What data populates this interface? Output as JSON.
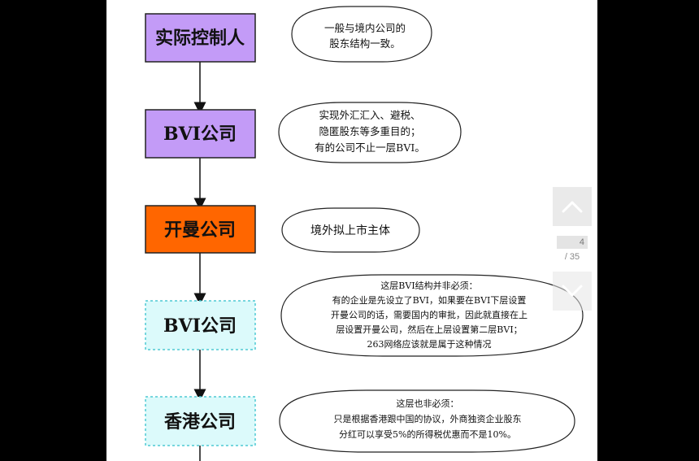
{
  "boxes": [
    {
      "label": "实际控制人"
    },
    {
      "label": "BVI公司"
    },
    {
      "label": "开曼公司"
    },
    {
      "label": "BVI公司"
    },
    {
      "label": "香港公司"
    }
  ],
  "notes": [
    {
      "lines": [
        "一般与境内公司的",
        "股东结构一致。"
      ]
    },
    {
      "lines": [
        "实现外汇汇入、避税、",
        "隐匿股东等多重目的；",
        "有的公司不止一层BVI。"
      ]
    },
    {
      "lines": [
        "境外拟上市主体"
      ]
    },
    {
      "lines": [
        "这层BVI结构并非必须：",
        "有的企业是先设立了BVI，如果要在BVI下层设置",
        "开曼公司的话，需要国内的审批，因此就直接在上",
        "层设置开曼公司，然后在上层设置第二层BVI；",
        "263网络应该就是属于这种情况"
      ]
    },
    {
      "lines": [
        "这层也非必须：",
        "只是根据香港跟中国的协议，外商独资企业股东",
        "分红可以享受5%的所得税优惠而不是10%。"
      ]
    }
  ],
  "pager": {
    "current": "4",
    "total": "/ 35"
  },
  "colors": {
    "purple": "#c39bf7",
    "orange": "#ff6600",
    "cyan_light": "#dcfafb",
    "cyan_border": "#4fc9d3"
  },
  "icons": {
    "up": "chevron-up-icon",
    "down": "chevron-down-icon"
  }
}
